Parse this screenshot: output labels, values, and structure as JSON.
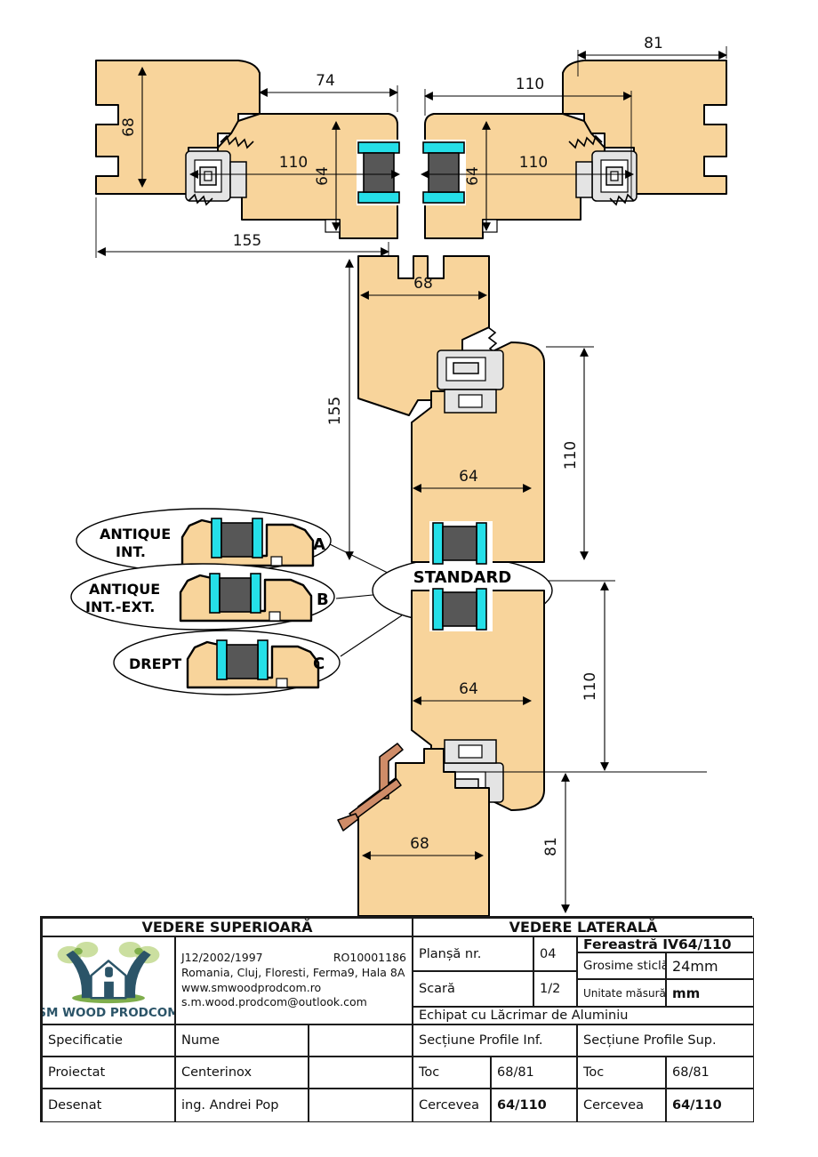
{
  "dims": {
    "w68": "68",
    "w74": "74",
    "w81": "81",
    "w110": "110",
    "w64": "64",
    "w155": "155"
  },
  "details": {
    "a": {
      "label_line1": "ANTIQUE",
      "label_line2": "INT.",
      "letter": "A"
    },
    "b": {
      "label_line1": "ANTIQUE",
      "label_line2": "INT.-EXT.",
      "letter": "B"
    },
    "c": {
      "label_line1": "DREPT",
      "letter": "C"
    },
    "standard": "STANDARD"
  },
  "title_block": {
    "header_left": "VEDERE SUPERIOARĂ",
    "header_right": "VEDERE LATERALĂ",
    "logo_text": "SM WOOD PRODCOM",
    "reg_number": "J12/2002/1997",
    "fiscal_code": "RO10001186",
    "address": "Romania, Cluj, Floresti, Ferma9, Hala 8A",
    "website": "www.smwoodprodcom.ro",
    "email": "s.m.wood.prodcom@outlook.com",
    "plansa_label": "Planșă nr.",
    "plansa_value": "04",
    "scara_label": "Scară",
    "scara_value": "1/2",
    "product": "Fereastră IV64/110",
    "grosime_label": "Grosime sticlă",
    "grosime_value": "24mm",
    "unitate_label": "Unitate măsură",
    "unitate_value": "mm",
    "echipat": "Echipat cu Lăcrimar de Aluminiu",
    "col_spec": "Specificatie",
    "col_nume": "Nume",
    "col_inf": "Secțiune Profile Inf.",
    "col_sup": "Secțiune Profile Sup.",
    "proiectat_label": "Proiectat",
    "proiectat_name": "Centerinox",
    "desenat_label": "Desenat",
    "desenat_name": "ing. Andrei Pop",
    "toc_label": "Toc",
    "toc_value": "68/81",
    "cercevea_label": "Cercevea",
    "cercevea_value": "64/110"
  },
  "colors": {
    "wood": "#F8D49B",
    "seal": "#25DFE8",
    "glass": "#575757",
    "hardware": "#E4E4E4",
    "drip": "#CF8C68",
    "logo_navy": "#2B5468",
    "logo_green": "#7FAE4C",
    "logo_leaf": "#CBDFA0"
  }
}
